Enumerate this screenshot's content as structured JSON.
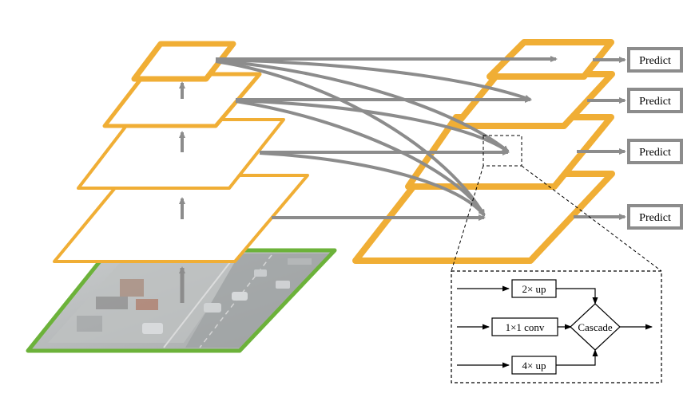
{
  "predict_boxes": [
    {
      "label": "Predict"
    },
    {
      "label": "Predict"
    },
    {
      "label": "Predict"
    },
    {
      "label": "Predict"
    }
  ],
  "inset": {
    "up2_label": "2× up",
    "conv_label": "1×1 conv",
    "up4_label": "4× up",
    "cascade_label": "Cascade"
  },
  "colors": {
    "pyramid_level": "#f0ae35",
    "input_border": "#6cb23a",
    "connector_arrow": "#8c8c8c",
    "predict_border": "#8c8c8c",
    "inset_line": "#000000",
    "road_image": "#b9bcbd"
  },
  "icons": {
    "input_image": "road-traffic-photo"
  }
}
